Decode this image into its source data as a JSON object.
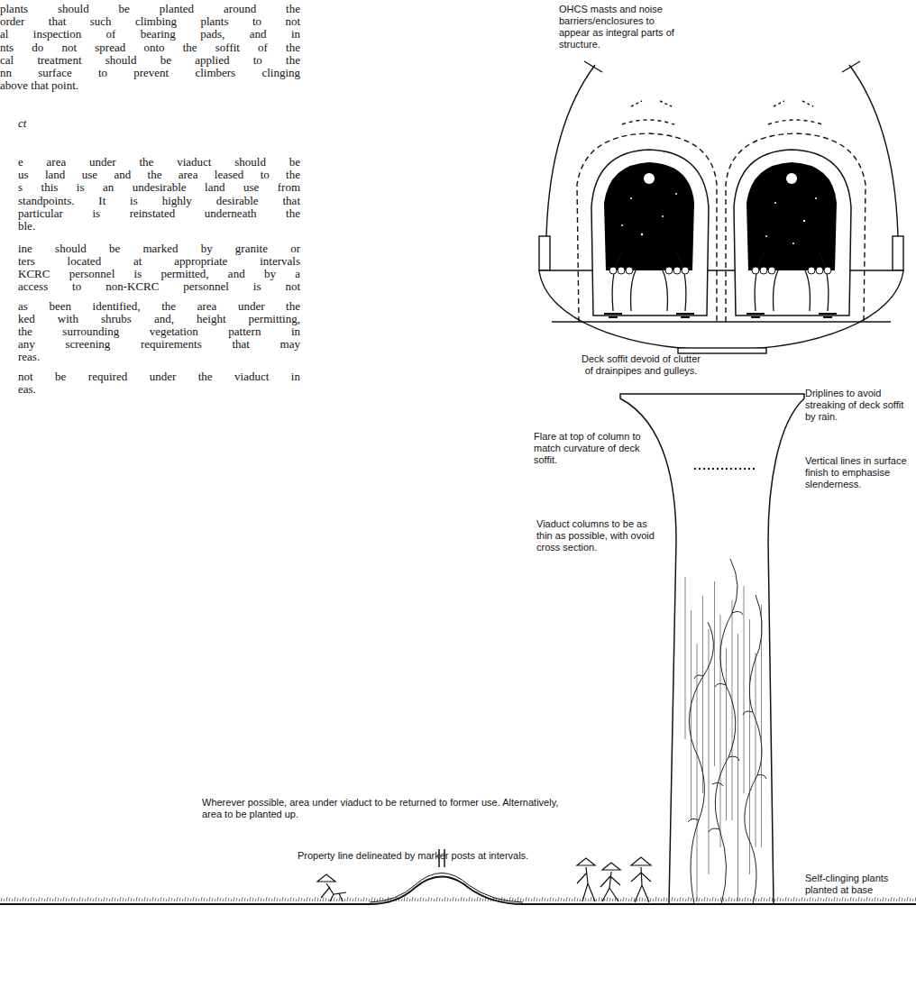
{
  "diagram": {
    "labels": [
      "plants should be planted around the",
      "order that such climbing plants to not",
      "al inspection of bearing pads, and in",
      "nts do not spread onto the soffit of the",
      "cal treatment should be applied to the",
      "nn surface to prevent climbers clinging",
      "above that point.",
      "ct",
      "e area under the viaduct should be",
      "us land use and the area leased to the",
      "s this is an undesirable land use from",
      "standpoints. It is highly desirable that",
      "particular is reinstated underneath the",
      "ble.",
      "ine should be marked by granite or",
      "ters located at appropriate intervals",
      "KCRC personnel is permitted, and by a",
      "access to non-KCRC personnel is not",
      "as been identified, the area under the",
      "ked with shrubs and, height permitting,",
      "the surrounding vegetation pattern in",
      "any screening requirements that may",
      "reas.",
      "not be required under the viaduct in",
      "eas.",
      "OHCS masts and noise barriers/enclosures to appear as integral parts of structure.",
      "Deck soffit devoid of clutter of drainpipes and gulleys.",
      "Driplines to avoid streaking of deck soffit by rain.",
      "Flare at top of column to match curvature of deck soffit.",
      "Vertical lines in surface finish to emphasise slenderness.",
      "Viaduct columns to be as thin as possible, with ovoid cross section.",
      "Wherever possible, area under viaduct to be returned to former use. Alternatively, area to be planted up.",
      "Property line delineated by marker posts at intervals.",
      "Self-clinging plants planted at base"
    ]
  }
}
